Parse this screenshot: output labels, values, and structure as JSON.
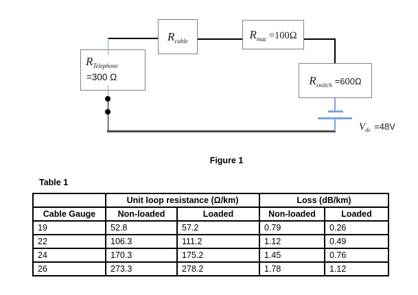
{
  "figure": {
    "caption": "Figure 1",
    "components": {
      "telephone": {
        "symbol": "R",
        "subscript": "Telephone",
        "value": "=300 Ω"
      },
      "cable": {
        "symbol": "R",
        "subscript": "cable",
        "value": ""
      },
      "mac": {
        "symbol": "R",
        "subscript": "mac",
        "value": "=100Ω"
      },
      "switch": {
        "symbol": "R",
        "subscript": "switch",
        "value": "=600Ω"
      },
      "dc_source": {
        "symbol": "V",
        "subscript": "dc",
        "value": "=48V"
      }
    },
    "colors": {
      "wire_black": "#000000",
      "wire_blue": "#7ba3d9",
      "wire_bottom": "#4d4d4d",
      "box_border": "#7f7f7f"
    }
  },
  "table": {
    "label": "Table 1",
    "group_headers": {
      "resistance": "Unit loop resistance (Ω/km)",
      "loss": "Loss (dB/km)"
    },
    "column_headers": [
      "Cable Gauge",
      "Non-loaded",
      "Loaded",
      "Non-loaded",
      "Loaded"
    ],
    "rows": [
      [
        "19",
        "52.8",
        "57.2",
        "0.79",
        "0.26"
      ],
      [
        "22",
        "106.3",
        "111.2",
        "1.12",
        "0.49"
      ],
      [
        "24",
        "170.3",
        "175.2",
        "1.45",
        "0.76"
      ],
      [
        "26",
        "273.3",
        "278.2",
        "1.78",
        "1.12"
      ]
    ]
  }
}
